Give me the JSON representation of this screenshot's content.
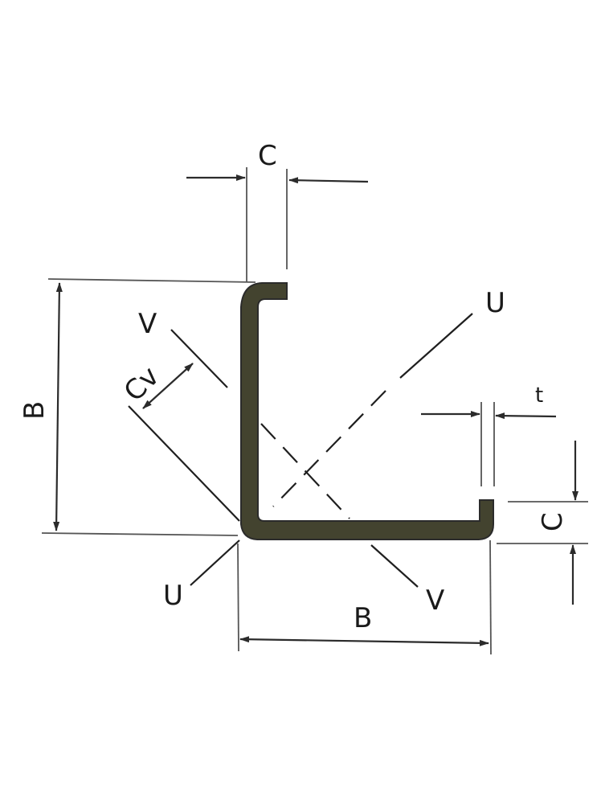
{
  "labels": {
    "top_c": "C",
    "right_c": "C",
    "left_b": "B",
    "bottom_b": "B",
    "thickness": "t",
    "cv": "Cv",
    "u_top": "U",
    "u_bottom": "U",
    "v_top": "V",
    "v_bottom": "V"
  },
  "colors": {
    "profile_fill": "#43432f",
    "line": "#2b2b2b",
    "background": "#ffffff"
  }
}
